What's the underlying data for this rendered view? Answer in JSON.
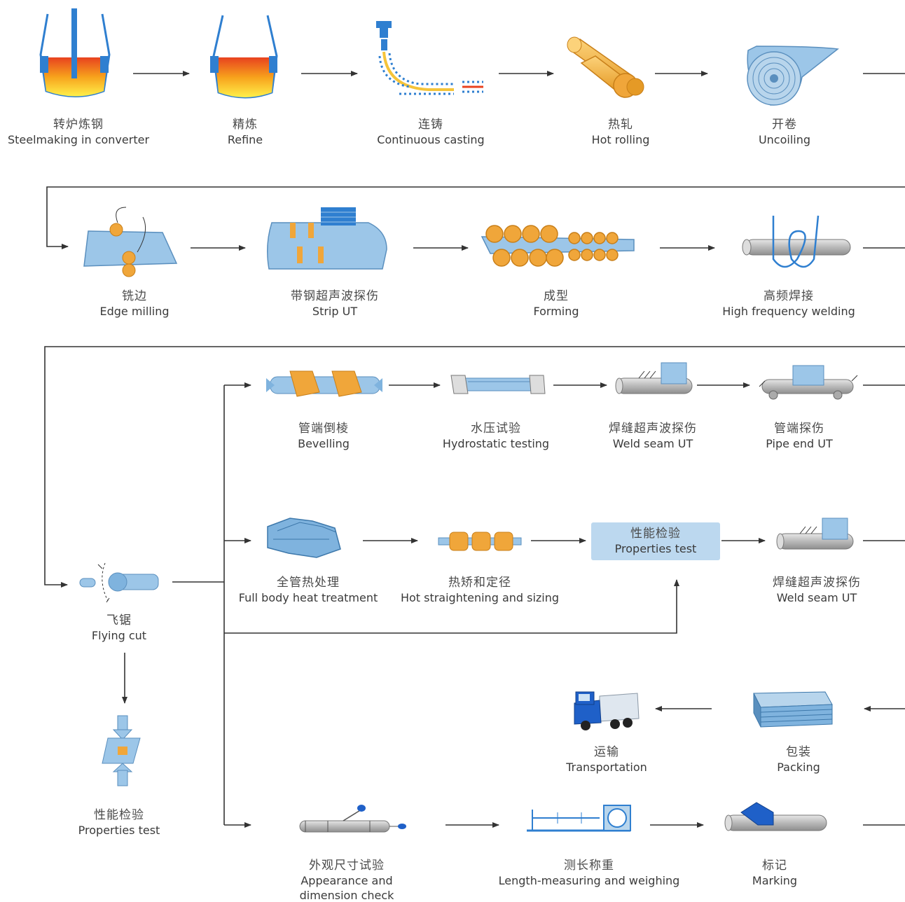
{
  "steps": [
    {
      "zh": "转炉炼钢",
      "en": "Steelmaking in converter",
      "icon": "converter-icon"
    },
    {
      "zh": "精炼",
      "en": "Refine",
      "icon": "ladle-icon"
    },
    {
      "zh": "连铸",
      "en": "Continuous casting",
      "icon": "casting-icon"
    },
    {
      "zh": "热轧",
      "en": "Hot rolling",
      "icon": "rolling-icon"
    },
    {
      "zh": "开卷",
      "en": "Uncoiling",
      "icon": "coil-icon"
    },
    {
      "zh": "铣边",
      "en": "Edge milling",
      "icon": "milling-icon"
    },
    {
      "zh": "带钢超声波探伤",
      "en": "Strip UT",
      "icon": "ut-icon"
    },
    {
      "zh": "成型",
      "en": "Forming",
      "icon": "forming-icon"
    },
    {
      "zh": "高频焊接",
      "en": "High frequency welding",
      "icon": "welding-coil-icon"
    },
    {
      "zh": "飞锯",
      "en": "Flying cut",
      "icon": "saw-icon"
    },
    {
      "zh": "性能检验",
      "en": "Properties test",
      "icon": "test-icon"
    },
    {
      "zh": "管端倒棱",
      "en": "Bevelling",
      "icon": "bevel-icon"
    },
    {
      "zh": "水压试验",
      "en": "Hydrostatic testing",
      "icon": "hydro-icon"
    },
    {
      "zh": "焊缝超声波探伤",
      "en": "Weld seam UT",
      "icon": "pipe-ut-icon"
    },
    {
      "zh": "管端探伤",
      "en": "Pipe end UT",
      "icon": "pipe-end-icon"
    },
    {
      "zh": "全管热处理",
      "en": "Full body heat treatment",
      "icon": "heat-icon"
    },
    {
      "zh": "热矫和定径",
      "en": "Hot straightening and sizing",
      "icon": "sizing-icon"
    },
    {
      "zh": "性能检验",
      "en": "Properties test",
      "icon": "test-box"
    },
    {
      "zh": "焊缝超声波探伤",
      "en": "Weld seam UT",
      "icon": "pipe-ut-icon"
    },
    {
      "zh": "运输",
      "en": "Transportation",
      "icon": "truck-icon"
    },
    {
      "zh": "包装",
      "en": "Packing",
      "icon": "pack-icon"
    },
    {
      "zh": "外观尺寸试验",
      "en": "Appearance and dimension check",
      "icon": "probe-icon"
    },
    {
      "zh": "测长称重",
      "en": "Length-measuring and weighing",
      "icon": "scale-icon"
    },
    {
      "zh": "标记",
      "en": "Marking",
      "icon": "marking-icon"
    }
  ]
}
